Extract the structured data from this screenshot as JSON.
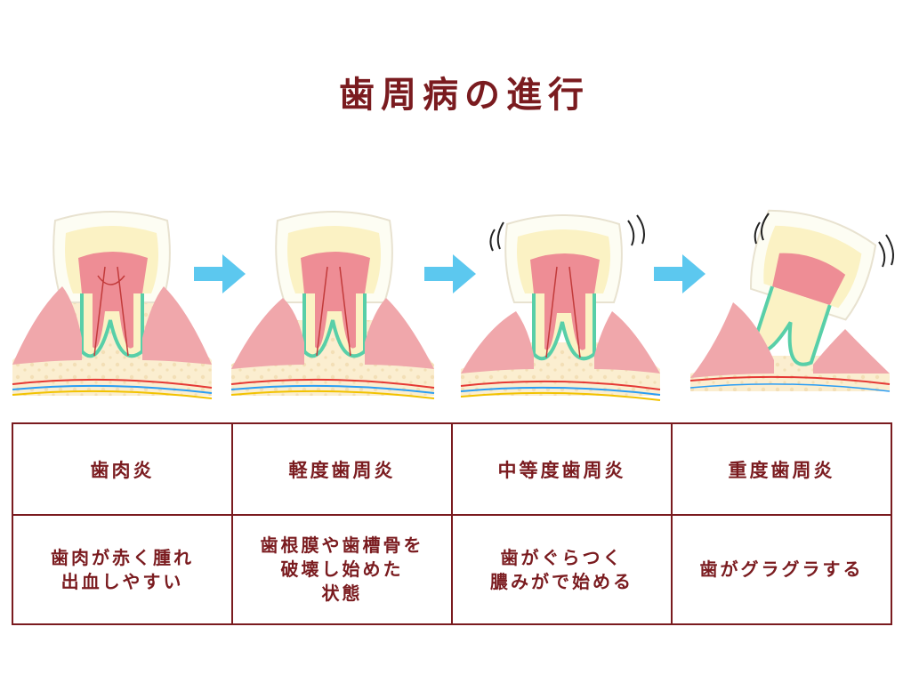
{
  "title": "歯周病の進行",
  "stages": [
    {
      "name": "歯肉炎",
      "description": "歯肉が赤く腫れ\n出血しやすい"
    },
    {
      "name": "軽度歯周炎",
      "description": "歯根膜や歯槽骨を\n破壊し始めた\n状態"
    },
    {
      "name": "中等度歯周炎",
      "description": "歯がぐらつく\n膿みがで始める"
    },
    {
      "name": "重度歯周炎",
      "description": "歯がグラグラする"
    }
  ],
  "icons": [
    "tooth-gingivitis-icon",
    "arrow-right-icon",
    "tooth-mild-periodontitis-icon",
    "arrow-right-icon",
    "tooth-moderate-periodontitis-icon",
    "arrow-right-icon",
    "tooth-severe-periodontitis-icon"
  ],
  "colors": {
    "title_and_border": "#7a1b1f",
    "arrow": "#5cc8ef",
    "gum": "#f0a7ab",
    "bone": "#fbeed0",
    "enamel": "#fdfdf3",
    "dentin": "#fbf2c4",
    "pulp": "#ee8d95",
    "root_line": "#58cfa8"
  }
}
